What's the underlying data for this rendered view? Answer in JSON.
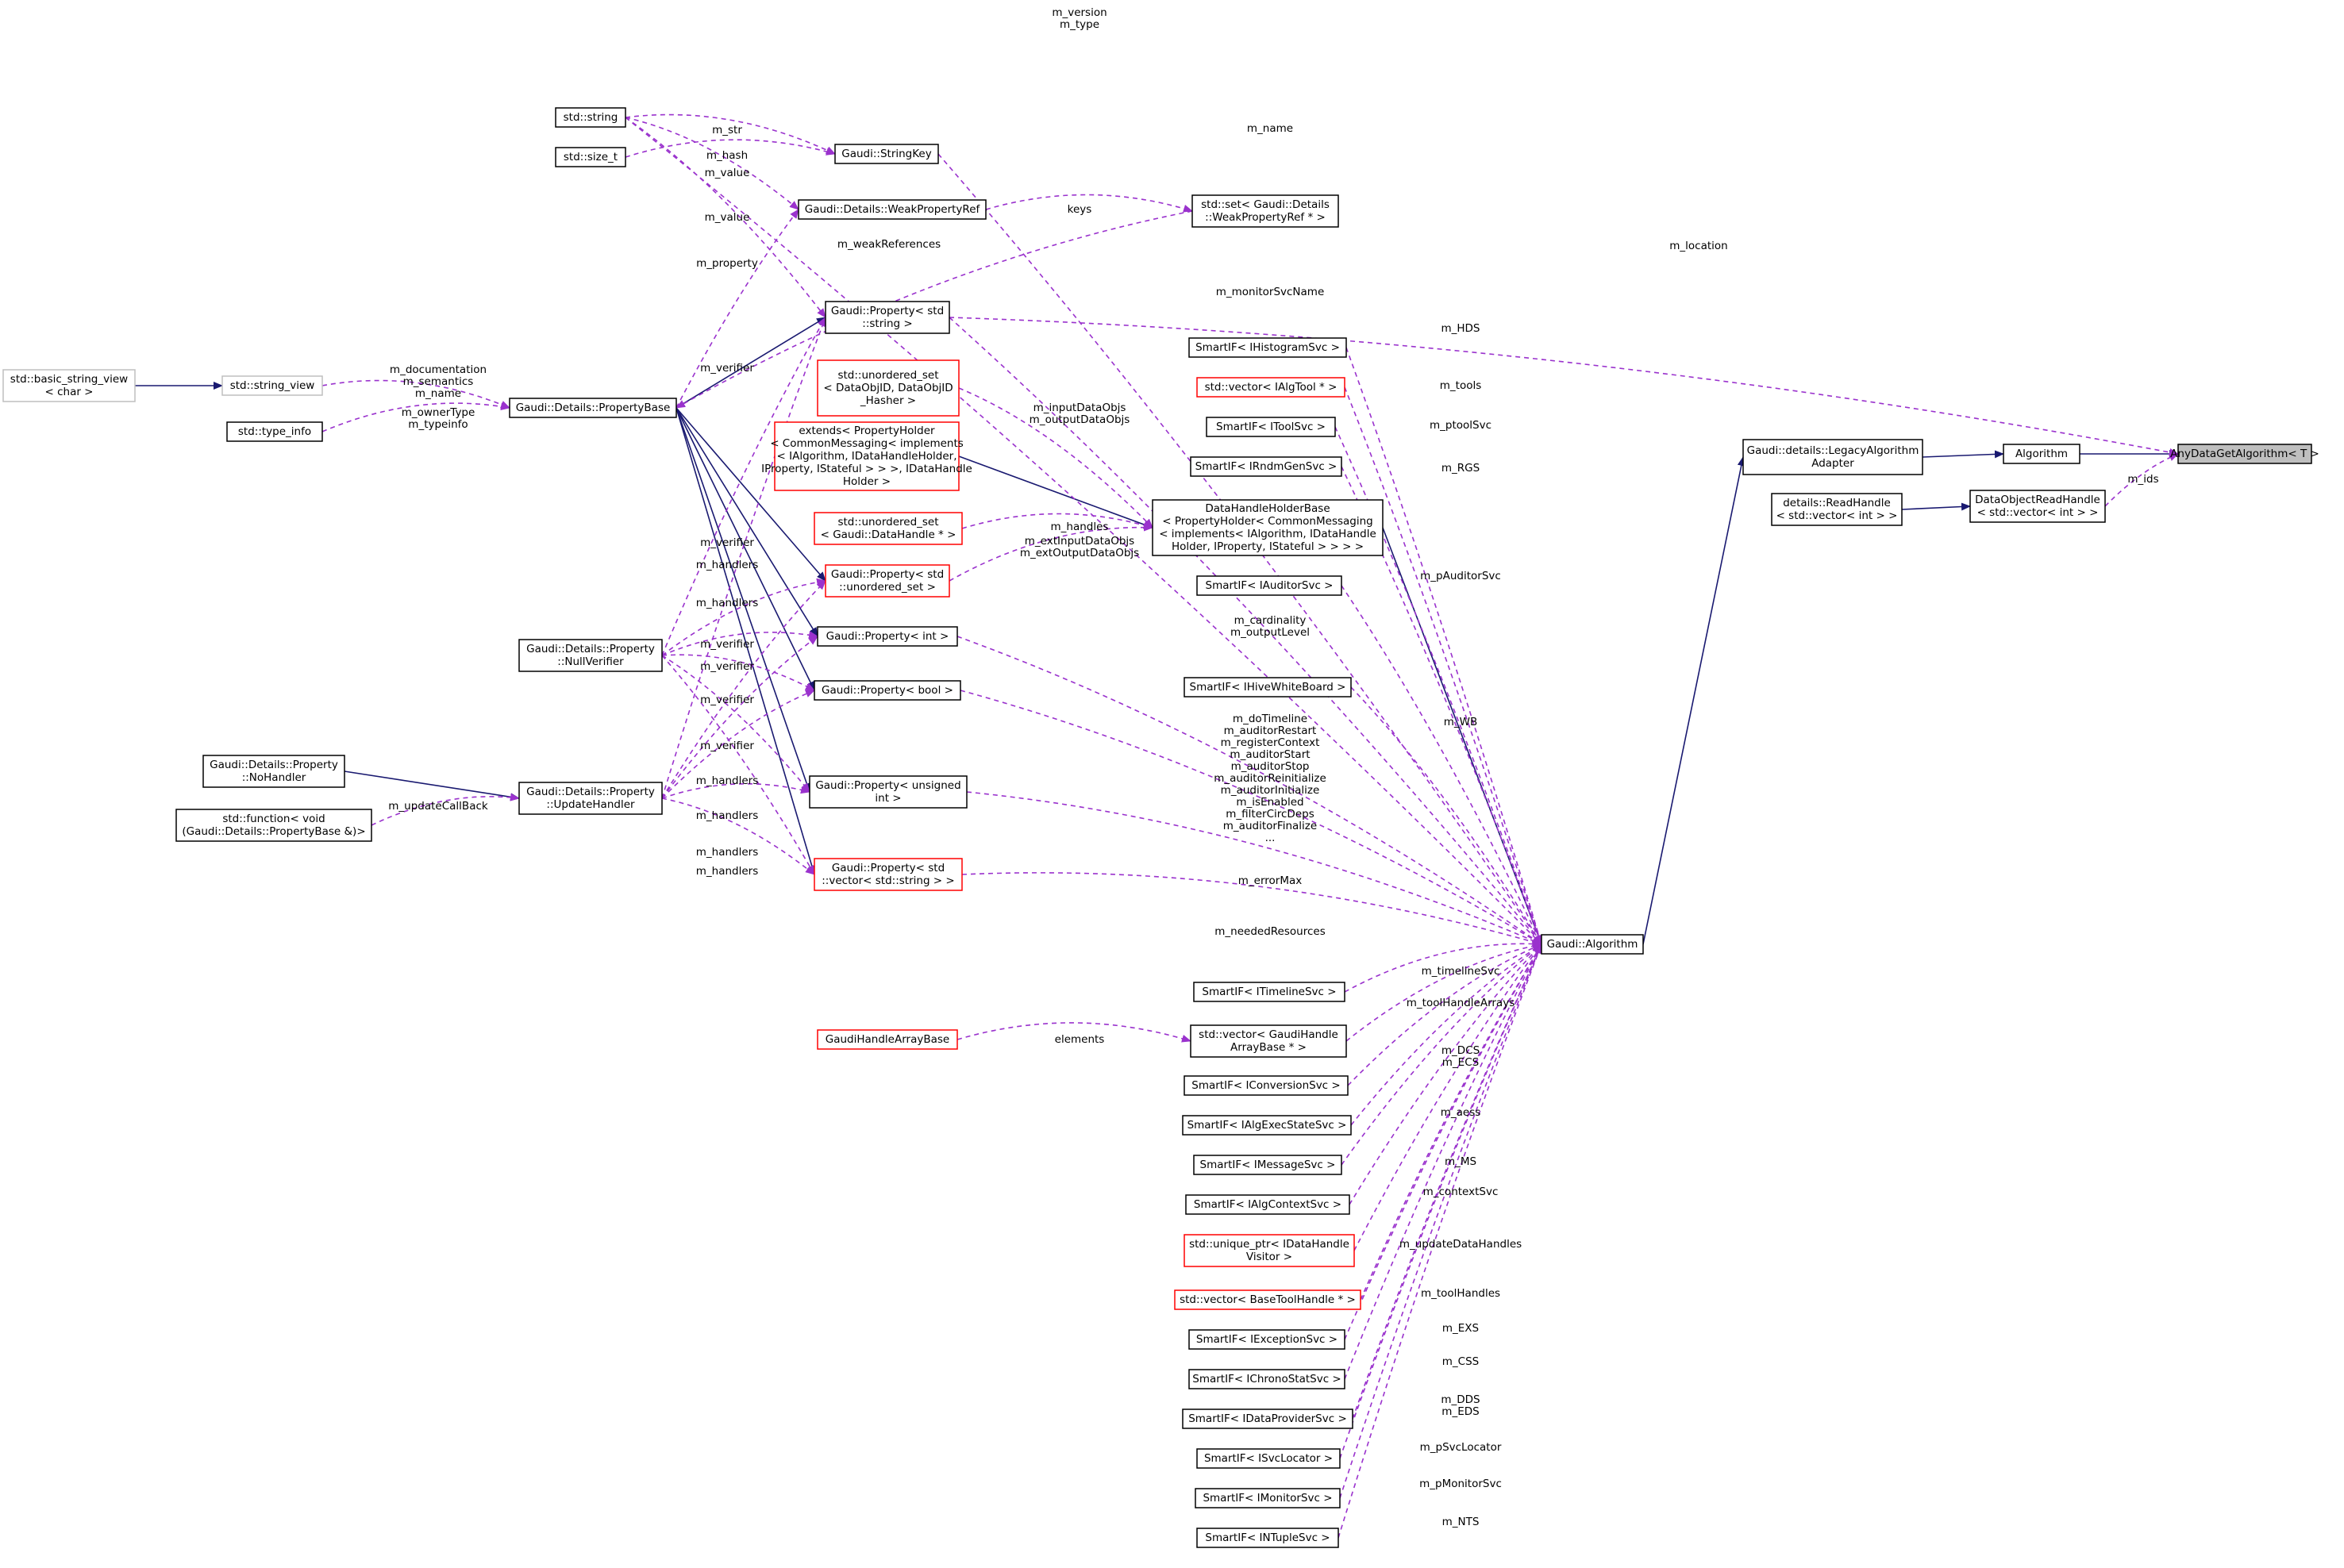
{
  "colors": {
    "normal_border": "#000000",
    "undocumented_border": "#ff0000",
    "external_border": "#bfbfbf",
    "focus_fill": "#bfbfbf",
    "inheritance_edge": "#191970",
    "usage_edge": "#9a32cd"
  },
  "nodes": [
    {
      "id": "AnyData",
      "kind": "focus",
      "lines": [
        "AnyDataGetAlgorithm< T >"
      ]
    },
    {
      "id": "Algorithm",
      "kind": "normal",
      "lines": [
        "Algorithm"
      ]
    },
    {
      "id": "LegacyAdapter",
      "kind": "normal",
      "lines": [
        "Gaudi::details::LegacyAlgorithm",
        "Adapter"
      ]
    },
    {
      "id": "DataObjReadHandle",
      "kind": "normal",
      "lines": [
        "DataObjectReadHandle",
        "< std::vector< int > >"
      ]
    },
    {
      "id": "ReadHandle",
      "kind": "normal",
      "lines": [
        "details::ReadHandle",
        "< std::vector< int > >"
      ]
    },
    {
      "id": "GaudiAlgorithm",
      "kind": "normal",
      "lines": [
        "Gaudi::Algorithm"
      ]
    },
    {
      "id": "DataHandleHolderBase",
      "kind": "normal",
      "lines": [
        "DataHandleHolderBase",
        "< PropertyHolder< CommonMessaging",
        "< implements< IAlgorithm, IDataHandle",
        "Holder, IProperty, IStateful > > > >"
      ]
    },
    {
      "id": "extends",
      "kind": "undoc",
      "lines": [
        "extends< PropertyHolder",
        "< CommonMessaging< implements",
        "< IAlgorithm, IDataHandleHolder,",
        "IProperty, IStateful > > >, IDataHandle",
        "Holder >"
      ]
    },
    {
      "id": "stdstring",
      "kind": "normal",
      "lines": [
        "std::string"
      ]
    },
    {
      "id": "stdsize",
      "kind": "normal",
      "lines": [
        "std::size_t"
      ]
    },
    {
      "id": "StringKey",
      "kind": "normal",
      "lines": [
        "Gaudi::StringKey"
      ]
    },
    {
      "id": "WeakPropRef",
      "kind": "normal",
      "lines": [
        "Gaudi::Details::WeakPropertyRef"
      ]
    },
    {
      "id": "SetWeakPropRef",
      "kind": "normal",
      "lines": [
        "std::set< Gaudi::Details",
        "::WeakPropertyRef * >"
      ]
    },
    {
      "id": "PropString",
      "kind": "normal",
      "lines": [
        "Gaudi::Property< std",
        "::string >"
      ]
    },
    {
      "id": "BasicStringView",
      "kind": "external",
      "lines": [
        "std::basic_string_view",
        "< char >"
      ]
    },
    {
      "id": "StringView",
      "kind": "external",
      "lines": [
        "std::string_view"
      ]
    },
    {
      "id": "TypeInfo",
      "kind": "normal",
      "lines": [
        "std::type_info"
      ]
    },
    {
      "id": "PropertyBase",
      "kind": "normal",
      "lines": [
        "Gaudi::Details::PropertyBase"
      ]
    },
    {
      "id": "UnorderedSetDataObj",
      "kind": "undoc",
      "lines": [
        "std::unordered_set",
        "< DataObjID, DataObjID",
        "_Hasher >"
      ]
    },
    {
      "id": "UnorderedSetDataHandle",
      "kind": "undoc",
      "lines": [
        "std::unordered_set",
        "< Gaudi::DataHandle * >"
      ]
    },
    {
      "id": "PropUnorderedSet",
      "kind": "undoc",
      "lines": [
        "Gaudi::Property< std",
        "::unordered_set >"
      ]
    },
    {
      "id": "NullVerifier",
      "kind": "normal",
      "lines": [
        "Gaudi::Details::Property",
        "::NullVerifier"
      ]
    },
    {
      "id": "PropInt",
      "kind": "normal",
      "lines": [
        "Gaudi::Property< int >"
      ]
    },
    {
      "id": "PropBool",
      "kind": "normal",
      "lines": [
        "Gaudi::Property< bool >"
      ]
    },
    {
      "id": "NoHandler",
      "kind": "normal",
      "lines": [
        "Gaudi::Details::Property",
        "::NoHandler"
      ]
    },
    {
      "id": "UpdateHandler",
      "kind": "normal",
      "lines": [
        "Gaudi::Details::Property",
        "::UpdateHandler"
      ]
    },
    {
      "id": "StdFunction",
      "kind": "normal",
      "lines": [
        "std::function< void",
        "(Gaudi::Details::PropertyBase &)>"
      ]
    },
    {
      "id": "PropUnsigned",
      "kind": "normal",
      "lines": [
        "Gaudi::Property< unsigned",
        "int >"
      ]
    },
    {
      "id": "PropVecString",
      "kind": "undoc",
      "lines": [
        "Gaudi::Property< std",
        "::vector< std::string > >"
      ]
    },
    {
      "id": "IHistogramSvc",
      "kind": "normal",
      "lines": [
        "SmartIF< IHistogramSvc >"
      ]
    },
    {
      "id": "VecIAlgTool",
      "kind": "undoc",
      "lines": [
        "std::vector< IAlgTool * >"
      ]
    },
    {
      "id": "IToolSvc",
      "kind": "normal",
      "lines": [
        "SmartIF< IToolSvc >"
      ]
    },
    {
      "id": "IRndmGenSvc",
      "kind": "normal",
      "lines": [
        "SmartIF< IRndmGenSvc >"
      ]
    },
    {
      "id": "IAuditorSvc",
      "kind": "normal",
      "lines": [
        "SmartIF< IAuditorSvc >"
      ]
    },
    {
      "id": "IHiveWhiteBoard",
      "kind": "normal",
      "lines": [
        "SmartIF< IHiveWhiteBoard >"
      ]
    },
    {
      "id": "ITimelineSvc",
      "kind": "normal",
      "lines": [
        "SmartIF< ITimelineSvc >"
      ]
    },
    {
      "id": "GaudiHandleArrayBase",
      "kind": "undoc",
      "lines": [
        "GaudiHandleArrayBase"
      ]
    },
    {
      "id": "VecGaudiHandleArray",
      "kind": "normal",
      "lines": [
        "std::vector< GaudiHandle",
        "ArrayBase * >"
      ]
    },
    {
      "id": "IConversionSvc",
      "kind": "normal",
      "lines": [
        "SmartIF< IConversionSvc >"
      ]
    },
    {
      "id": "IAlgExecStateSvc",
      "kind": "normal",
      "lines": [
        "SmartIF< IAlgExecStateSvc >"
      ]
    },
    {
      "id": "IMessageSvc",
      "kind": "normal",
      "lines": [
        "SmartIF< IMessageSvc >"
      ]
    },
    {
      "id": "IAlgContextSvc",
      "kind": "normal",
      "lines": [
        "SmartIF< IAlgContextSvc >"
      ]
    },
    {
      "id": "UniquePtrVisitor",
      "kind": "undoc",
      "lines": [
        "std::unique_ptr< IDataHandle",
        "Visitor >"
      ]
    },
    {
      "id": "VecBaseToolHandle",
      "kind": "undoc",
      "lines": [
        "std::vector< BaseToolHandle * >"
      ]
    },
    {
      "id": "IExceptionSvc",
      "kind": "normal",
      "lines": [
        "SmartIF< IExceptionSvc >"
      ]
    },
    {
      "id": "IChronoStatSvc",
      "kind": "normal",
      "lines": [
        "SmartIF< IChronoStatSvc >"
      ]
    },
    {
      "id": "IDataProviderSvc",
      "kind": "normal",
      "lines": [
        "SmartIF< IDataProviderSvc >"
      ]
    },
    {
      "id": "ISvcLocator",
      "kind": "normal",
      "lines": [
        "SmartIF< ISvcLocator >"
      ]
    },
    {
      "id": "IMonitorSvc",
      "kind": "normal",
      "lines": [
        "SmartIF< IMonitorSvc >"
      ]
    },
    {
      "id": "INTupleSvc",
      "kind": "normal",
      "lines": [
        "SmartIF< INTupleSvc >"
      ]
    }
  ],
  "edge_labels": [
    {
      "id": "lbl_version",
      "lines": [
        "m_version",
        "m_type"
      ]
    },
    {
      "id": "lbl_name",
      "lines": [
        "m_name"
      ]
    },
    {
      "id": "lbl_str",
      "lines": [
        "m_str"
      ]
    },
    {
      "id": "lbl_hash",
      "lines": [
        "m_hash"
      ]
    },
    {
      "id": "lbl_value1",
      "lines": [
        "m_value"
      ]
    },
    {
      "id": "lbl_keys",
      "lines": [
        "keys"
      ]
    },
    {
      "id": "lbl_value2",
      "lines": [
        "m_value"
      ]
    },
    {
      "id": "lbl_location",
      "lines": [
        "m_location"
      ]
    },
    {
      "id": "lbl_weakrefs",
      "lines": [
        "m_weakReferences"
      ]
    },
    {
      "id": "lbl_property",
      "lines": [
        "m_property"
      ]
    },
    {
      "id": "lbl_monitorsvcname",
      "lines": [
        "m_monitorSvcName"
      ]
    },
    {
      "id": "lbl_hds",
      "lines": [
        "m_HDS"
      ]
    },
    {
      "id": "lbl_documentation",
      "lines": [
        "m_documentation",
        "m_semantics",
        "m_name"
      ]
    },
    {
      "id": "lbl_ownertype",
      "lines": [
        "m_ownerType",
        "m_typeinfo"
      ]
    },
    {
      "id": "lbl_verifier_top",
      "lines": [
        "m_verifier"
      ]
    },
    {
      "id": "lbl_tools",
      "lines": [
        "m_tools"
      ]
    },
    {
      "id": "lbl_inputdataobjs",
      "lines": [
        "m_inputDataObjs",
        "m_outputDataObjs"
      ]
    },
    {
      "id": "lbl_ptoolsvc",
      "lines": [
        "m_ptoolSvc"
      ]
    },
    {
      "id": "lbl_rgs",
      "lines": [
        "m_RGS"
      ]
    },
    {
      "id": "lbl_ids",
      "lines": [
        "m_ids"
      ]
    },
    {
      "id": "lbl_handles",
      "lines": [
        "m_handles"
      ]
    },
    {
      "id": "lbl_extinput",
      "lines": [
        "m_extInputDataObjs",
        "m_extOutputDataObjs"
      ]
    },
    {
      "id": "lbl_verifier2",
      "lines": [
        "m_verifier"
      ]
    },
    {
      "id": "lbl_handlers1",
      "lines": [
        "m_handlers"
      ]
    },
    {
      "id": "lbl_pauditorsvc",
      "lines": [
        "m_pAuditorSvc"
      ]
    },
    {
      "id": "lbl_handlers2",
      "lines": [
        "m_handlers"
      ]
    },
    {
      "id": "lbl_cardinality",
      "lines": [
        "m_cardinality",
        "m_outputLevel"
      ]
    },
    {
      "id": "lbl_verifier3",
      "lines": [
        "m_verifier"
      ]
    },
    {
      "id": "lbl_verifier4",
      "lines": [
        "m_verifier"
      ]
    },
    {
      "id": "lbl_verifier5",
      "lines": [
        "m_verifier"
      ]
    },
    {
      "id": "lbl_wb",
      "lines": [
        "m_WB"
      ]
    },
    {
      "id": "lbl_dotimeline",
      "lines": [
        "m_doTimeline",
        "m_auditorRestart",
        "m_registerContext",
        "m_auditorStart",
        "m_auditorStop",
        "m_auditorReinitialize",
        "m_auditorInitialize",
        "m_isEnabled",
        "m_filterCircDeps",
        "m_auditorFinalize",
        "..."
      ]
    },
    {
      "id": "lbl_verifier6",
      "lines": [
        "m_verifier"
      ]
    },
    {
      "id": "lbl_handlers3",
      "lines": [
        "m_handlers"
      ]
    },
    {
      "id": "lbl_updatecallback",
      "lines": [
        "m_updateCallBack"
      ]
    },
    {
      "id": "lbl_handlers4",
      "lines": [
        "m_handlers"
      ]
    },
    {
      "id": "lbl_handlers5",
      "lines": [
        "m_handlers"
      ]
    },
    {
      "id": "lbl_handlers6",
      "lines": [
        "m_handlers"
      ]
    },
    {
      "id": "lbl_errormax",
      "lines": [
        "m_errorMax"
      ]
    },
    {
      "id": "lbl_neededresources",
      "lines": [
        "m_neededResources"
      ]
    },
    {
      "id": "lbl_timelinesvc",
      "lines": [
        "m_timelineSvc"
      ]
    },
    {
      "id": "lbl_toolhandlearrays",
      "lines": [
        "m_toolHandleArrays"
      ]
    },
    {
      "id": "lbl_elements",
      "lines": [
        "elements"
      ]
    },
    {
      "id": "lbl_dcs",
      "lines": [
        "m_DCS",
        "m_ECS"
      ]
    },
    {
      "id": "lbl_aess",
      "lines": [
        "m_aess"
      ]
    },
    {
      "id": "lbl_ms",
      "lines": [
        "m_MS"
      ]
    },
    {
      "id": "lbl_contextsvc",
      "lines": [
        "m_contextSvc"
      ]
    },
    {
      "id": "lbl_updatedatahandles",
      "lines": [
        "m_updateDataHandles"
      ]
    },
    {
      "id": "lbl_toolhandles",
      "lines": [
        "m_toolHandles"
      ]
    },
    {
      "id": "lbl_exs",
      "lines": [
        "m_EXS"
      ]
    },
    {
      "id": "lbl_css",
      "lines": [
        "m_CSS"
      ]
    },
    {
      "id": "lbl_dds",
      "lines": [
        "m_DDS",
        "m_EDS"
      ]
    },
    {
      "id": "lbl_psvclocator",
      "lines": [
        "m_pSvcLocator"
      ]
    },
    {
      "id": "lbl_pmonitorsvc",
      "lines": [
        "m_pMonitorSvc"
      ]
    },
    {
      "id": "lbl_nts",
      "lines": [
        "m_NTS"
      ]
    }
  ]
}
